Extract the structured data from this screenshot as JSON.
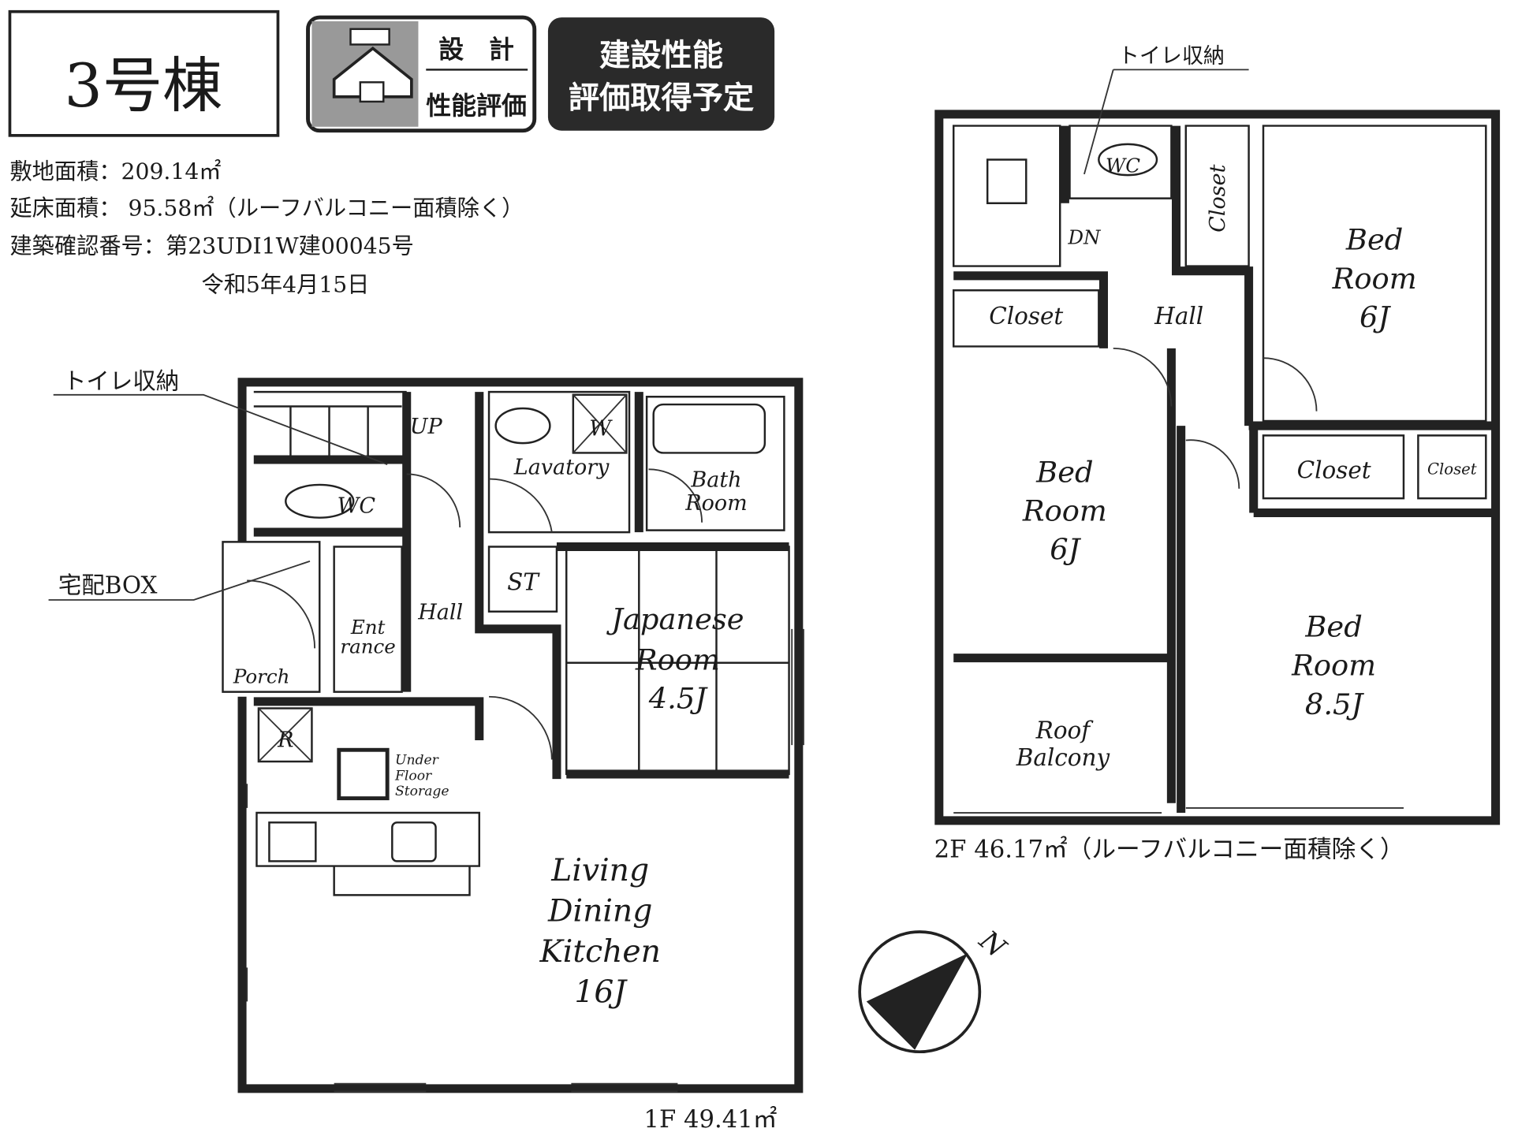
{
  "header": {
    "building": "3号棟",
    "badge_design": {
      "top": "設　計",
      "bottom": "性能評価"
    },
    "badge_construction": {
      "line1": "建設性能",
      "line2": "評価取得予定"
    }
  },
  "info": {
    "site_area": "敷地面積：209.14㎡",
    "floor_area": "延床面積： 95.58㎡（ルーフバルコニー面積除く）",
    "confirmation_no": "建築確認番号：第23UDI1W建00045号",
    "confirmation_date": "令和5年4月15日"
  },
  "floor1": {
    "caption": "1F 49.41㎡",
    "callout_toilet_storage": "トイレ収納",
    "callout_delivery_box": "宅配BOX",
    "up": "UP",
    "wc": "WC",
    "lavatory": "Lavatory",
    "w": "W",
    "bath": [
      "Bath",
      "Room"
    ],
    "st": "ST",
    "hall": "Hall",
    "entrance": [
      "Ent",
      "rance"
    ],
    "porch": "Porch",
    "japanese": [
      "Japanese",
      "Room",
      "4.5J"
    ],
    "r": "R",
    "under_floor": [
      "Under",
      "Floor",
      "Storage"
    ],
    "ldk": [
      "Living",
      "Dining",
      "Kitchen",
      "16J"
    ]
  },
  "floor2": {
    "caption": "2F 46.17㎡（ルーフバルコニー面積除く）",
    "callout_toilet_storage": "トイレ収納",
    "wc": "WC",
    "dn": "DN",
    "closet_vertical": "Closet",
    "bed1": [
      "Bed",
      "Room",
      "6J"
    ],
    "closet_left": "Closet",
    "hall": "Hall",
    "bed2": [
      "Bed",
      "Room",
      "6J"
    ],
    "closet_mid": "Closet",
    "closet_small": "Closet",
    "bed3": [
      "Bed",
      "Room",
      "8.5J"
    ],
    "balcony": [
      "Roof",
      "Balcony"
    ]
  },
  "compass": {
    "label": "N"
  }
}
